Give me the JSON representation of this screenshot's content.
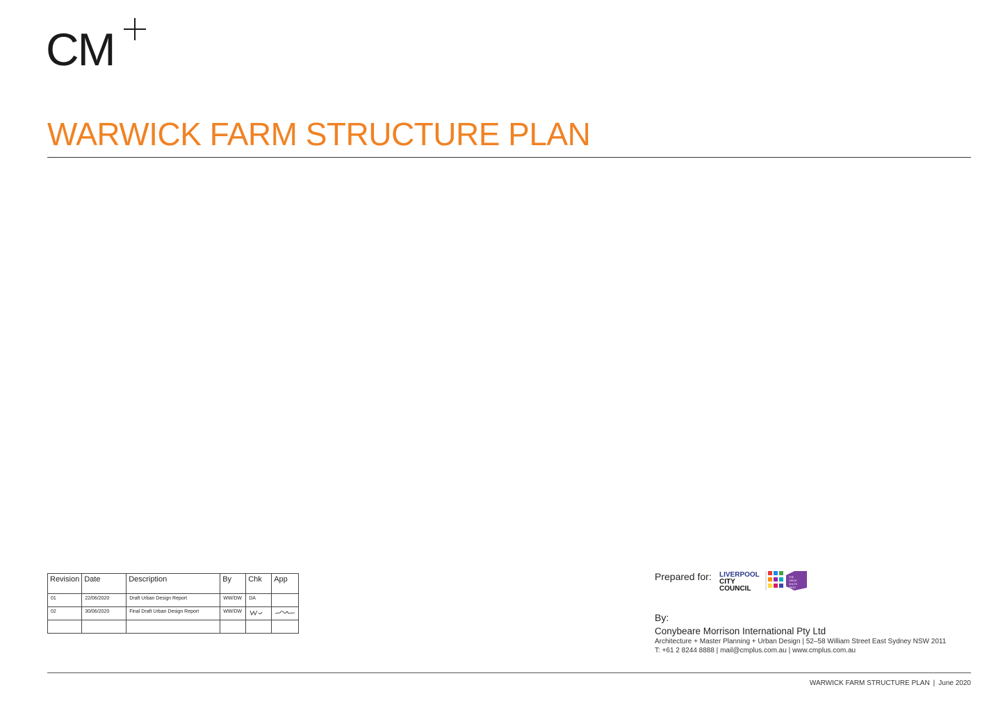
{
  "logo": {
    "text": "CM"
  },
  "title": "WARWICK FARM STRUCTURE PLAN",
  "revision_table": {
    "headers": [
      "Revision",
      "Date",
      "Description",
      "By",
      "Chk",
      "App"
    ],
    "rows": [
      [
        "01",
        "22/06/2020",
        "Draft Urban Design Report",
        "WW/DW",
        "DA",
        ""
      ],
      [
        "02",
        "30/06/2020",
        "Final Draft Urban Design Report",
        "WW/DW",
        "",
        ""
      ]
    ]
  },
  "prepared_for": {
    "label": "Prepared for:",
    "client_logo": {
      "line1": "LIVERPOOL",
      "line2": "CITY",
      "line3": "COUNCIL",
      "tagline": "THE GREAT SOUTH WEST"
    }
  },
  "by": {
    "label": "By:",
    "company": "Conybeare Morrison International Pty Ltd",
    "address": "Architecture + Master Planning + Urban Design | 52–58 William Street East Sydney NSW 2011",
    "contact": "T: +61 2 8244 8888 | mail@cmplus.com.au | www.cmplus.com.au"
  },
  "footer": {
    "doc_title": "WARWICK FARM STRUCTURE PLAN",
    "separator": "|",
    "date": "June 2020"
  },
  "colors": {
    "accent": "#f08224",
    "lcc_blue": "#2a3a8c",
    "lcc_purple": "#7b3fa0"
  }
}
